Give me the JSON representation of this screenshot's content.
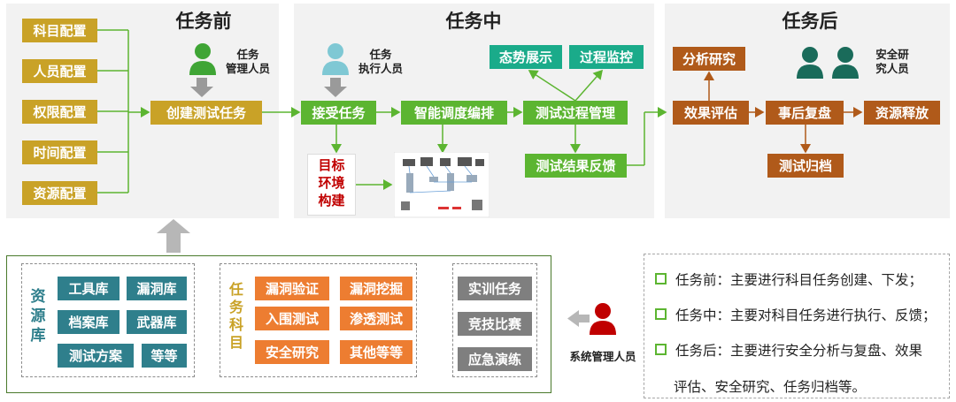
{
  "panels": {
    "before": "任务前",
    "during": "任务中",
    "after": "任务后"
  },
  "before": {
    "configs": [
      "科目配置",
      "人员配置",
      "权限配置",
      "时间配置",
      "资源配置"
    ],
    "create_task": "创建测试任务",
    "person_label_1": "任务",
    "person_label_2": "管理人员"
  },
  "during": {
    "person_label_1": "任务",
    "person_label_2": "执行人员",
    "accept_task": "接受任务",
    "scheduling": "智能调度编排",
    "process_mgmt": "测试过程管理",
    "situation": "态势展示",
    "monitor": "过程监控",
    "feedback": "测试结果反馈",
    "target_env": "目标\n环境\n构建"
  },
  "after": {
    "analysis": "分析研究",
    "evaluation": "效果评估",
    "review": "事后复盘",
    "release": "资源释放",
    "archive": "测试归档",
    "person_label_1": "安全研",
    "person_label_2": "究人员"
  },
  "resource_lib": {
    "title": "资\n源\n库",
    "items": [
      "工具库",
      "漏洞库",
      "档案库",
      "武器库",
      "测试方案",
      "等等"
    ]
  },
  "subjects": {
    "title": "任\n务\n科\n目",
    "items": [
      "漏洞验证",
      "漏洞挖掘",
      "入围测试",
      "渗透测试",
      "安全研究",
      "其他等等"
    ]
  },
  "activities": [
    "实训任务",
    "竞技比赛",
    "应急演练"
  ],
  "sys_admin": "系统管理人员",
  "notes": [
    "任务前：主要进行科目任务创建、下发；",
    "任务中：主要对科目任务进行执行、反馈；",
    "任务后：主要进行安全分析与复盘、效果",
    "评估、安全研究、任务归档等。"
  ],
  "colors": {
    "gold": "#c9a227",
    "green": "#5cb531",
    "teal": "#1aab8a",
    "rust": "#b05a1a",
    "resource": "#2f7f8c",
    "subject": "#ed7d31",
    "activity": "#7f7f7f",
    "person_green": "#3fa535",
    "person_blue": "#7fc8d4",
    "person_dark": "#1a6b5a",
    "person_red": "#c00000"
  }
}
